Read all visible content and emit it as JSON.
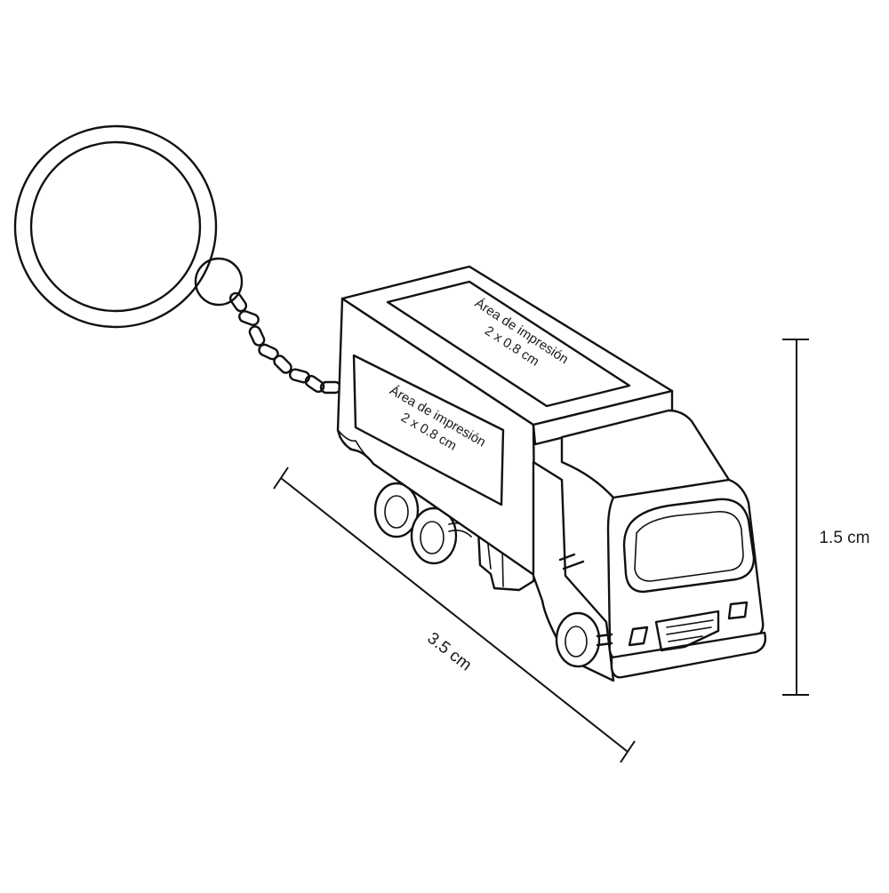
{
  "print_area_top": {
    "line1": "Área de impresión",
    "line2": "2 x 0.8 cm"
  },
  "print_area_side": {
    "line1": "Área de impresión",
    "line2": "2 x 0.8 cm"
  },
  "dimension_length": {
    "label": "3.5 cm"
  },
  "dimension_height": {
    "label": "1.5 cm"
  }
}
